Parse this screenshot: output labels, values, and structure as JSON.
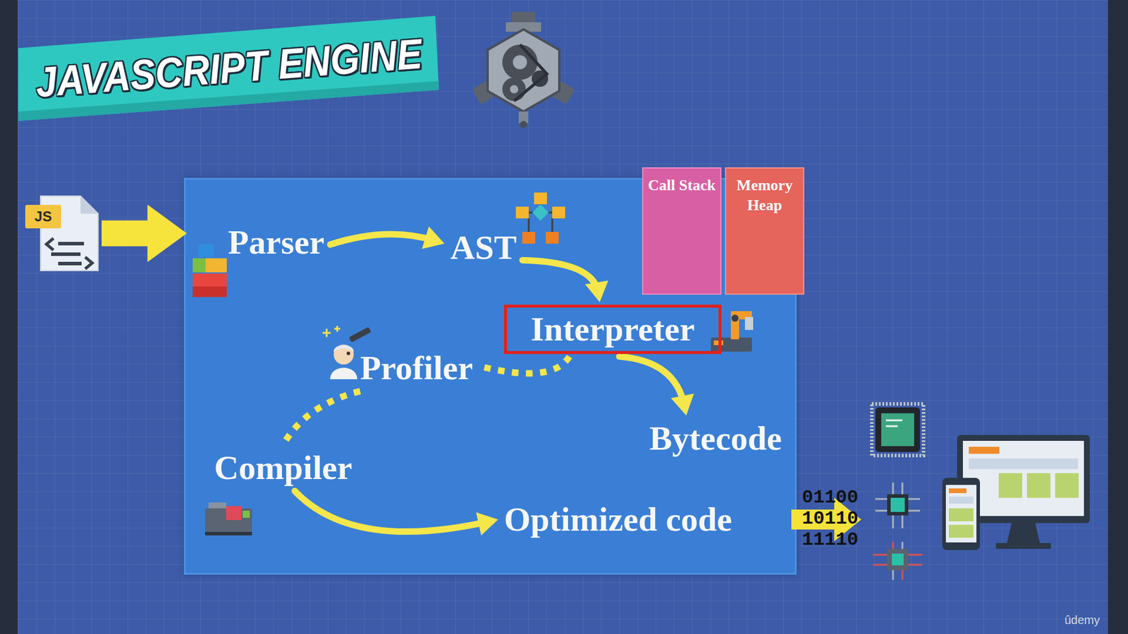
{
  "diagram": {
    "title": "JAVASCRIPT ENGINE",
    "nodes": [
      {
        "text": [
          "JS"
        ]
      },
      {
        "text": [
          "Parser"
        ]
      },
      {
        "text": [
          "AST"
        ]
      },
      {
        "text": [
          "Call Stack"
        ]
      },
      {
        "text": [
          "Memory Heap"
        ]
      },
      {
        "text": [
          "Interpreter"
        ]
      },
      {
        "text": [
          "Profiler"
        ]
      },
      {
        "text": [
          "Bytecode"
        ]
      },
      {
        "text": [
          "Compiler"
        ]
      },
      {
        "text": [
          "Optimized code"
        ]
      }
    ],
    "edges": [
      {
        "from": 0,
        "to": 1,
        "arrow": "to"
      },
      {
        "from": 1,
        "to": 2,
        "arrow": "to"
      },
      {
        "from": 2,
        "to": 5,
        "arrow": "to"
      },
      {
        "from": 5,
        "to": 7,
        "arrow": "to"
      },
      {
        "from": 5,
        "to": 6,
        "arrow": "none"
      },
      {
        "from": 6,
        "to": 8,
        "arrow": "none"
      },
      {
        "from": 8,
        "to": 9,
        "arrow": "to"
      }
    ],
    "labels": [
      "01100 10110 11110",
      "ûdemy"
    ]
  }
}
